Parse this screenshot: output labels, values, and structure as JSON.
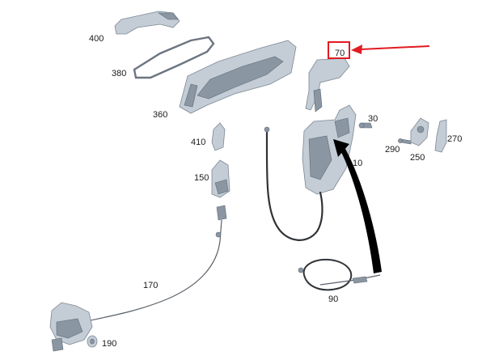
{
  "labels": {
    "p400": "400",
    "p380": "380",
    "p360": "360",
    "p70": "70",
    "p30": "30",
    "p410": "410",
    "p290": "290",
    "p250": "250",
    "p270": "270",
    "p10": "10",
    "p150": "150",
    "p170": "170",
    "p90": "90",
    "p190": "190"
  },
  "highlight": {
    "part": "70",
    "color": "#e11b22"
  },
  "colors": {
    "parts": "#c4cdd6",
    "cable": "#2f3337",
    "arrow": "#000000"
  }
}
